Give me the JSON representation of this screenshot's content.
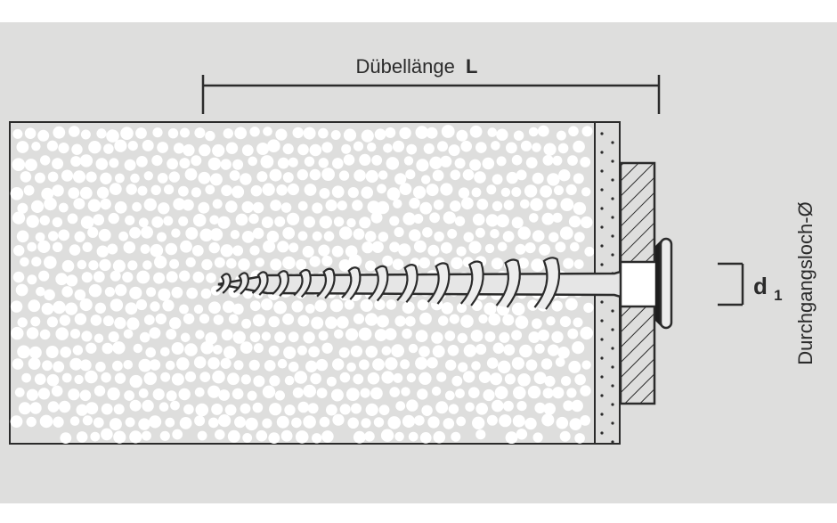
{
  "labels": {
    "dowel_length_text": "Dübellänge",
    "dowel_length_symbol": "L",
    "diameter_symbol_base": "d",
    "diameter_symbol_sub": "1",
    "through_hole_label": "Durchgangsloch-Ø"
  },
  "colors": {
    "background": "#dededd",
    "line": "#2b2b2b",
    "dot": "#ffffff",
    "screw_fill": "#e6e6e6",
    "washer_fill": "#ececec"
  }
}
